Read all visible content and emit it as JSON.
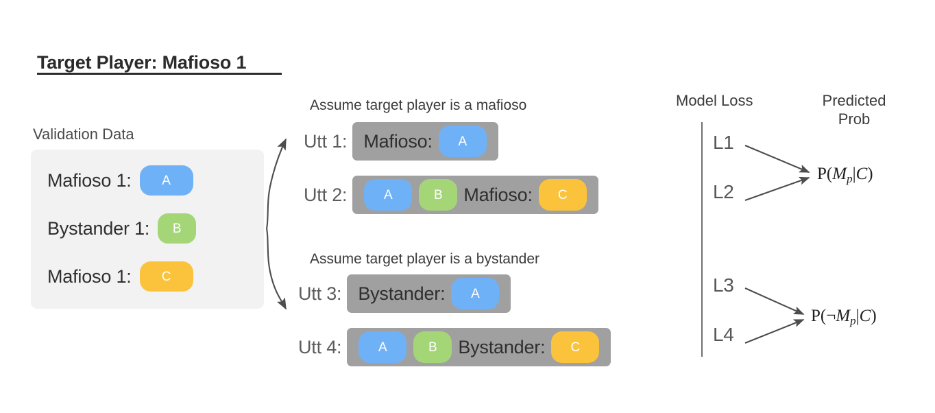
{
  "title": "Target Player: Mafioso 1",
  "validation": {
    "label": "Validation Data",
    "rows": [
      {
        "label": "Mafioso 1:",
        "chip": "A",
        "color": "blue"
      },
      {
        "label": "Bystander 1:",
        "chip": "B",
        "color": "green"
      },
      {
        "label": "Mafioso 1:",
        "chip": "C",
        "color": "yellow"
      }
    ]
  },
  "branches": [
    {
      "assumption": "Assume target player is a mafioso",
      "utterances": [
        {
          "label": "Utt 1:",
          "parts": [
            {
              "kind": "text",
              "value": "Mafioso:"
            },
            {
              "kind": "chip",
              "value": "A",
              "color": "blue"
            }
          ]
        },
        {
          "label": "Utt 2:",
          "parts": [
            {
              "kind": "chip",
              "value": "A",
              "color": "blue"
            },
            {
              "kind": "chip",
              "value": "B",
              "color": "green"
            },
            {
              "kind": "text",
              "value": "Mafioso:"
            },
            {
              "kind": "chip",
              "value": "C",
              "color": "yellow"
            }
          ]
        }
      ]
    },
    {
      "assumption": "Assume target player is a bystander",
      "utterances": [
        {
          "label": "Utt 3:",
          "parts": [
            {
              "kind": "text",
              "value": "Bystander:"
            },
            {
              "kind": "chip",
              "value": "A",
              "color": "blue"
            }
          ]
        },
        {
          "label": "Utt 4:",
          "parts": [
            {
              "kind": "chip",
              "value": "A",
              "color": "blue"
            },
            {
              "kind": "chip",
              "value": "B",
              "color": "green"
            },
            {
              "kind": "text",
              "value": "Bystander:"
            },
            {
              "kind": "chip",
              "value": "C",
              "color": "yellow"
            }
          ]
        }
      ]
    }
  ],
  "model_loss": {
    "heading": "Model Loss",
    "labels": [
      "L1",
      "L2",
      "L3",
      "L4"
    ]
  },
  "predicted_prob": {
    "heading_line1": "Predicted",
    "heading_line2": "Prob",
    "formulas": [
      {
        "plain": "P(Mp|C)",
        "prefix": "P(",
        "negation": "",
        "symbol": "M",
        "subscript": "p",
        "given": "|C)"
      },
      {
        "plain": "P(¬Mp|C)",
        "prefix": "P(",
        "negation": "¬",
        "symbol": "M",
        "subscript": "p",
        "given": "|C)"
      }
    ]
  },
  "colors": {
    "chip_blue": "#6fb1f7",
    "chip_green": "#a4d678",
    "chip_yellow": "#fbc23c",
    "utterance_bar": "#a0a0a0",
    "panel_background": "#f2f2f2",
    "text": "#2f2f2f",
    "divider": "#6e6e6e"
  }
}
